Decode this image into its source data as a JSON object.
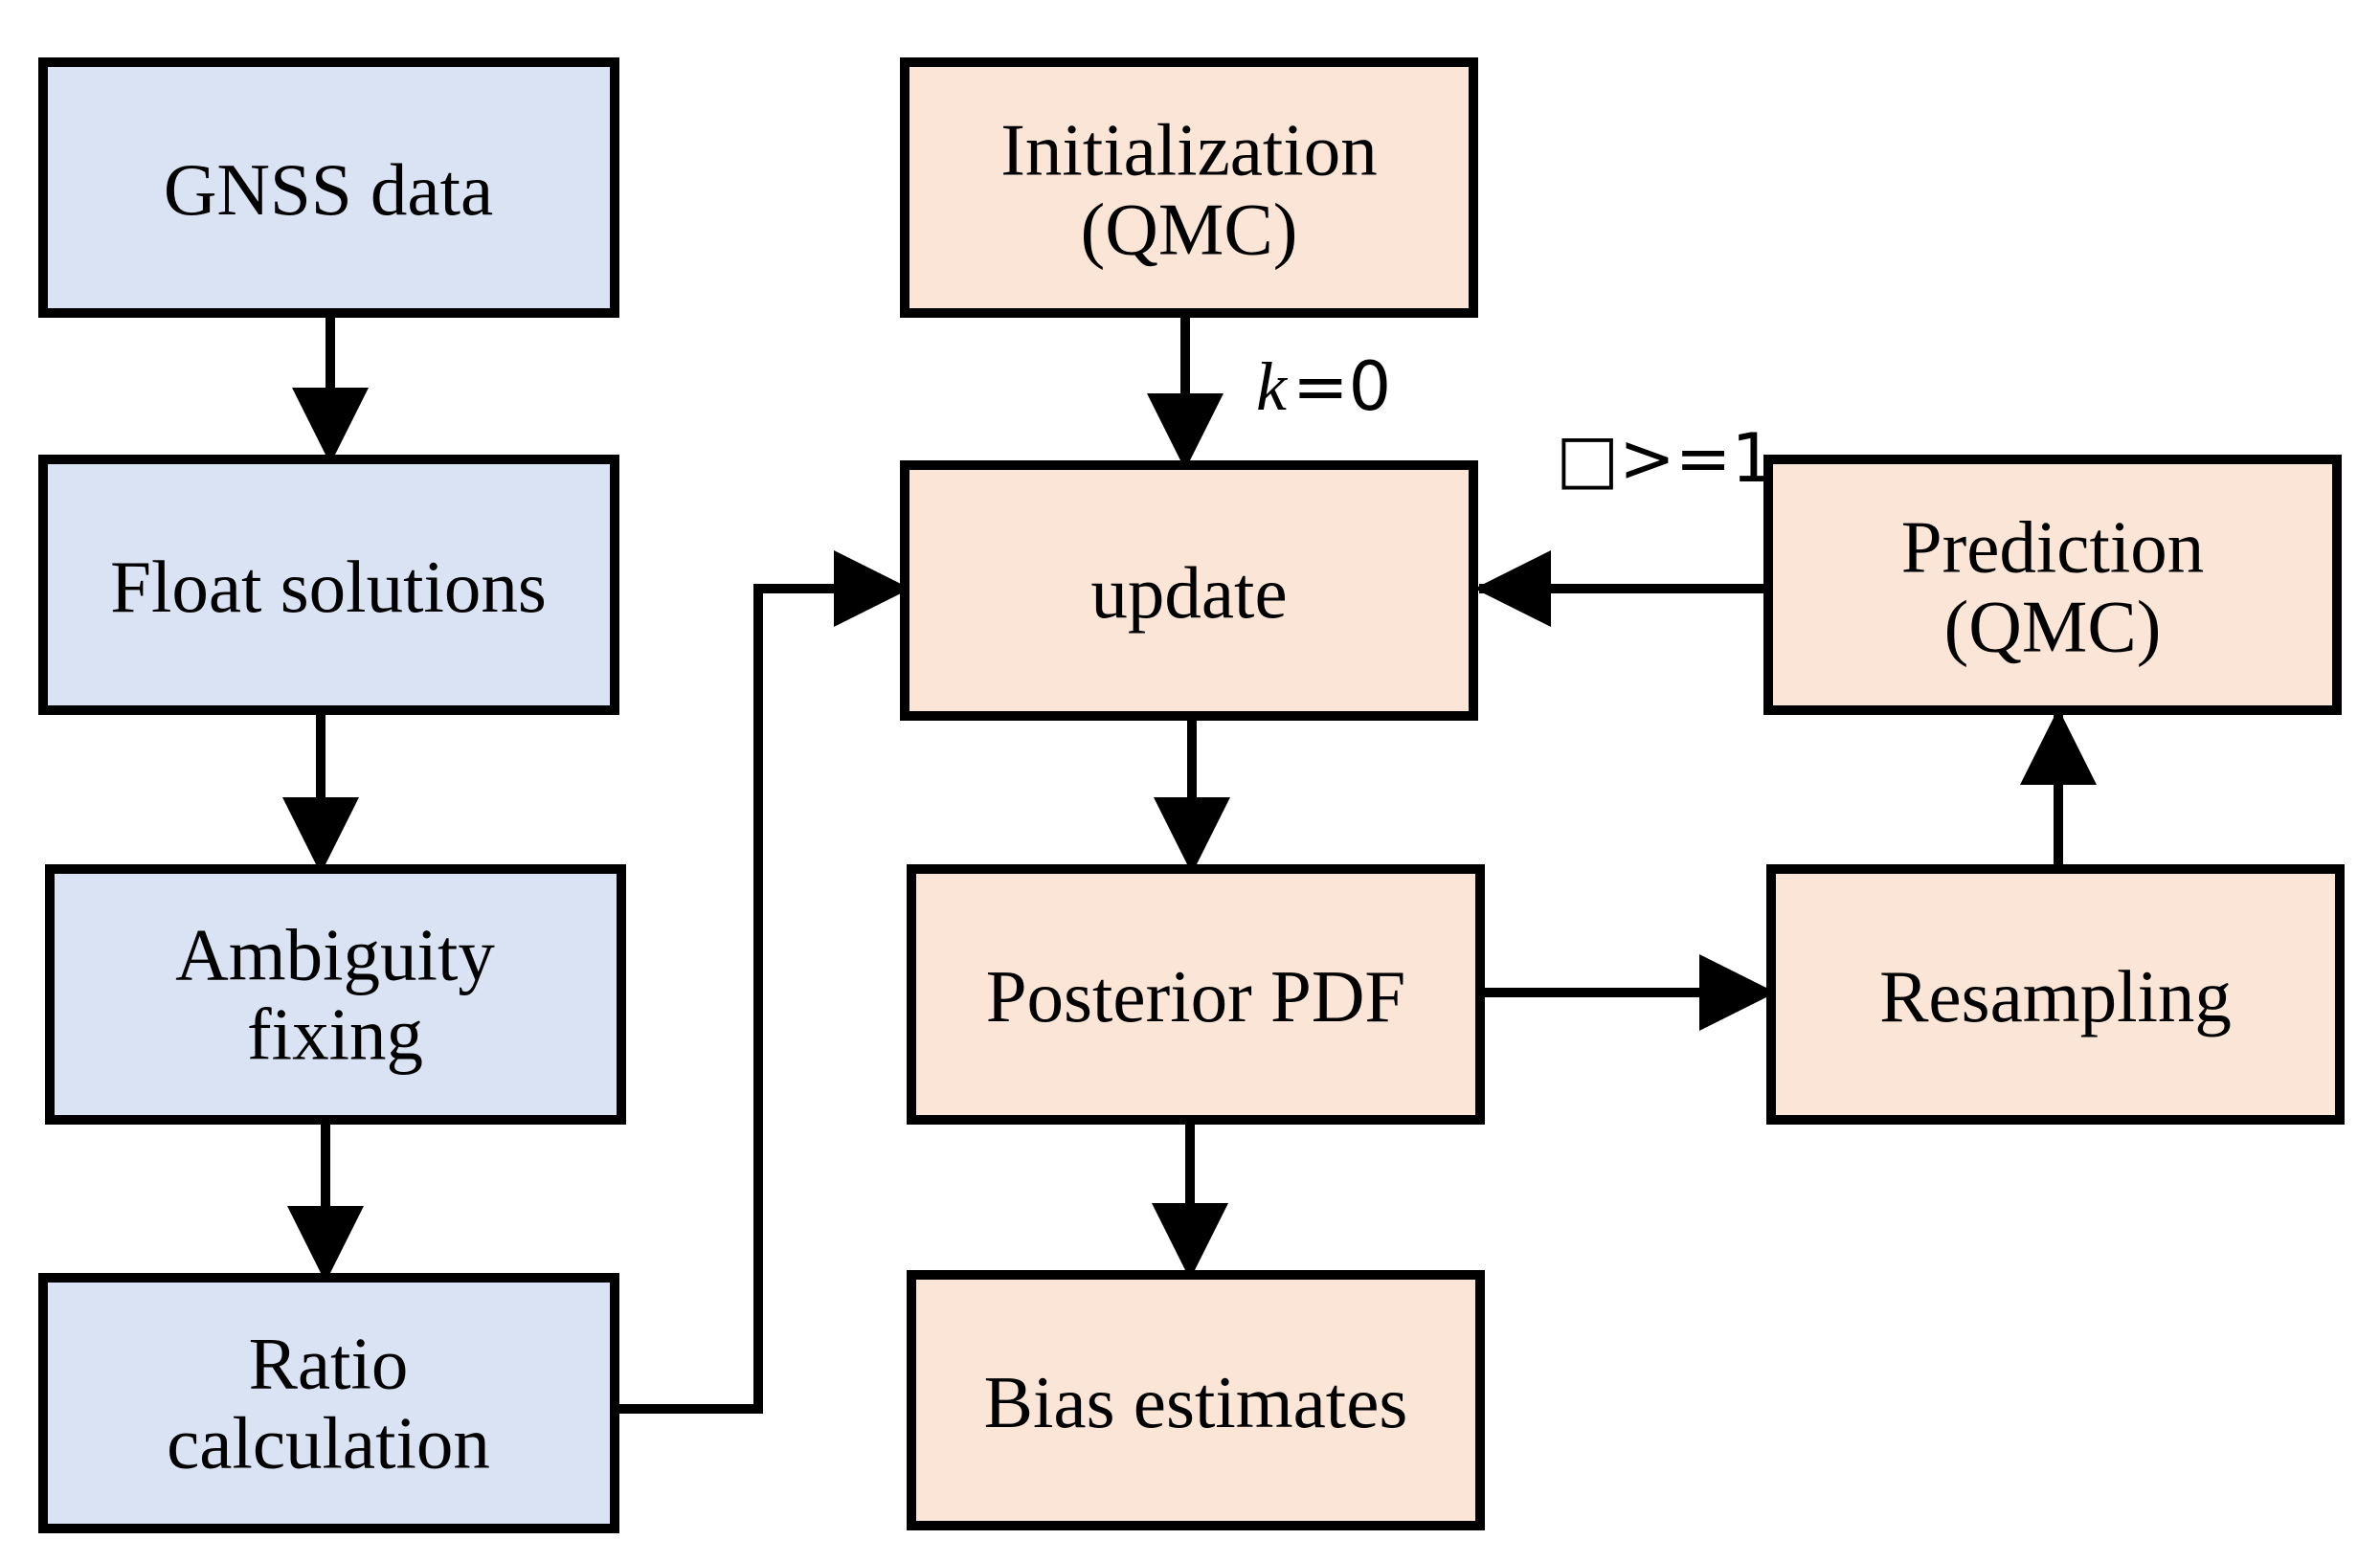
{
  "colors": {
    "left_fill": "#dae3f3",
    "right_fill": "#fbe5d6",
    "stroke": "#000000"
  },
  "left_column": {
    "gnss_data": [
      "GNSS data"
    ],
    "float_solutions": [
      "Float solutions"
    ],
    "ambiguity_fixing": [
      "Ambiguity",
      "fixing"
    ],
    "ratio_calculation": [
      "Ratio",
      "calculation"
    ]
  },
  "right_column": {
    "initialization": [
      "Initialization",
      "(QMC)"
    ],
    "update": [
      "update"
    ],
    "posterior_pdf": [
      "Posterior PDF"
    ],
    "bias_estimates": [
      "Bias estimates"
    ],
    "resampling": [
      "Resampling"
    ],
    "prediction": [
      "Prediction",
      "(QMC)"
    ]
  },
  "edge_labels": {
    "k_var": "k",
    "k_eq": "=0",
    "loop_label": "□>=1"
  }
}
